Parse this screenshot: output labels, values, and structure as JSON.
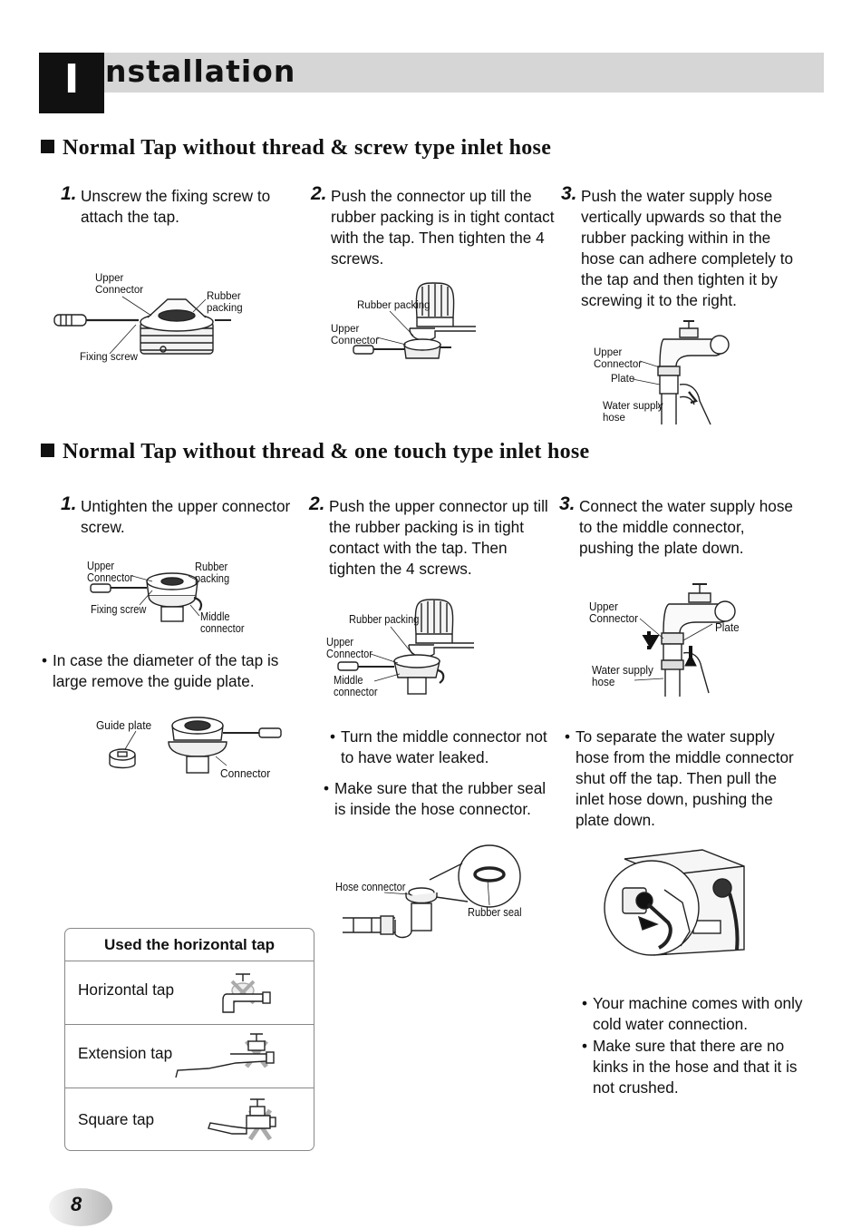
{
  "header": {
    "initial": "I",
    "rest": "nstallation"
  },
  "section1": {
    "title": "Normal Tap without thread & screw type inlet hose",
    "steps": [
      {
        "num": "1.",
        "lines": [
          "Unscrew the fixing screw to",
          "attach the tap."
        ]
      },
      {
        "num": "2.",
        "lines": [
          "Push the connector up till the",
          "rubber packing is in tight contact",
          "with the tap. Then tighten the 4",
          "screws."
        ]
      },
      {
        "num": "3.",
        "lines": [
          "Push the water supply hose",
          "vertically upwards so that the",
          "rubber packing within in the",
          "hose can adhere completely to",
          "the tap and then tighten it by",
          "screwing it to the right."
        ]
      }
    ],
    "fig1": {
      "upper_connector": [
        "Upper",
        "Connector"
      ],
      "rubber_packing": [
        "Rubber",
        "packing"
      ],
      "fixing_screw": "Fixing screw"
    },
    "fig2": {
      "rubber_packing": "Rubber packing",
      "upper_connector": [
        "Upper",
        "Connector"
      ]
    },
    "fig3": {
      "upper_connector": [
        "Upper",
        "Connector"
      ],
      "plate": "Plate",
      "water_supply_hose": [
        "Water supply",
        "hose"
      ]
    }
  },
  "section2": {
    "title": "Normal Tap without thread & one touch type inlet hose",
    "steps": [
      {
        "num": "1.",
        "lines": [
          "Untighten the upper connector",
          "screw."
        ]
      },
      {
        "num": "2.",
        "lines": [
          "Push the upper connector up till",
          "the rubber packing is in tight",
          "contact with the tap. Then",
          "tighten the 4 screws."
        ]
      },
      {
        "num": "3.",
        "lines": [
          "Connect the water supply hose",
          "to the middle connector,",
          "pushing the plate down."
        ]
      }
    ],
    "fig1": {
      "upper_connector": [
        "Upper",
        "Connector"
      ],
      "rubber_packing": [
        "Rubber",
        "packing"
      ],
      "fixing_screw": "Fixing screw",
      "middle_connector": [
        "Middle",
        "connector"
      ]
    },
    "note_guide": {
      "bullet": "•",
      "lines": [
        "In case the diameter of the tap is",
        "large remove the guide plate."
      ]
    },
    "fig_guide": {
      "guide_plate": "Guide plate",
      "connector": "Connector"
    },
    "fig2": {
      "rubber_packing": "Rubber packing",
      "upper_connector": [
        "Upper",
        "Connector"
      ],
      "middle_connector": [
        "Middle",
        "connector"
      ]
    },
    "notes_mid": [
      {
        "bullet": "•",
        "lines": [
          "Turn the middle connector not",
          "to have water leaked."
        ]
      },
      {
        "bullet": "•",
        "lines": [
          "Make sure that the rubber seal",
          "is inside the hose connector."
        ]
      }
    ],
    "fig_seal": {
      "hose_connector": "Hose connector",
      "rubber_seal": "Rubber seal"
    },
    "fig3": {
      "upper_connector": [
        "Upper",
        "Connector"
      ],
      "plate": "Plate",
      "water_supply_hose": [
        "Water supply",
        "hose"
      ]
    },
    "note_separate": {
      "bullet": "•",
      "lines": [
        "To separate the water supply",
        "hose from the middle connector",
        "shut off the tap. Then pull the",
        "inlet hose down, pushing the",
        "plate down."
      ]
    },
    "notes_bottom": [
      {
        "bullet": "•",
        "lines": [
          "Your machine comes with only",
          "cold water connection."
        ]
      },
      {
        "bullet": "•",
        "lines": [
          "Make sure that there are no",
          "kinks in the hose and that it is",
          "not crushed."
        ]
      }
    ]
  },
  "tap_table": {
    "heading": "Used the horizontal tap",
    "rows": [
      {
        "label": "Horizontal tap",
        "icon": "horizontal-tap-icon"
      },
      {
        "label": "Extension tap",
        "icon": "extension-tap-icon"
      },
      {
        "label": "Square tap",
        "icon": "square-tap-icon"
      }
    ]
  },
  "page_number": "8"
}
